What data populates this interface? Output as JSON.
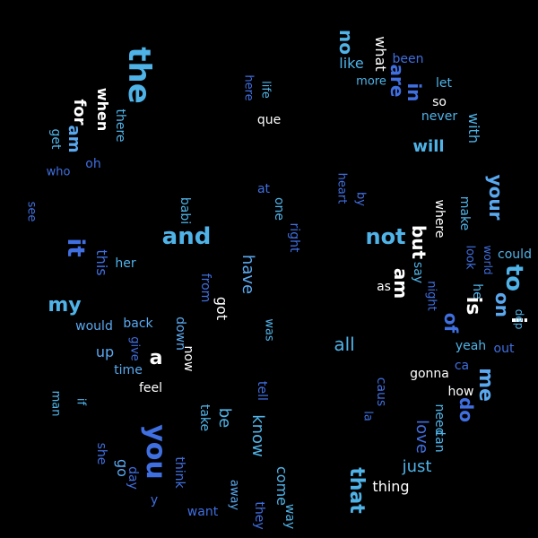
{
  "palette": {
    "background": "#000000",
    "light_blue": "#4fb3e8",
    "sky": "#5aa9f0",
    "royal": "#3f6fe0",
    "white": "#ffffff"
  },
  "words": [
    {
      "text": "the"
    },
    {
      "text": "for"
    },
    {
      "text": "when"
    },
    {
      "text": "there"
    },
    {
      "text": "am"
    },
    {
      "text": "get"
    },
    {
      "text": "oh"
    },
    {
      "text": "who"
    },
    {
      "text": "see"
    },
    {
      "text": "here"
    },
    {
      "text": "life"
    },
    {
      "text": "que"
    },
    {
      "text": "no"
    },
    {
      "text": "what"
    },
    {
      "text": "been"
    },
    {
      "text": "like"
    },
    {
      "text": "are"
    },
    {
      "text": "more"
    },
    {
      "text": "in"
    },
    {
      "text": "let"
    },
    {
      "text": "so"
    },
    {
      "text": "never"
    },
    {
      "text": "with"
    },
    {
      "text": "will"
    },
    {
      "text": "your"
    },
    {
      "text": "heart"
    },
    {
      "text": "by"
    },
    {
      "text": "at"
    },
    {
      "text": "one"
    },
    {
      "text": "babi"
    },
    {
      "text": "right"
    },
    {
      "text": "and"
    },
    {
      "text": "not"
    },
    {
      "text": "but"
    },
    {
      "text": "where"
    },
    {
      "text": "make"
    },
    {
      "text": "it"
    },
    {
      "text": "this"
    },
    {
      "text": "her"
    },
    {
      "text": "have"
    },
    {
      "text": "from"
    },
    {
      "text": "got"
    },
    {
      "text": "say"
    },
    {
      "text": "am"
    },
    {
      "text": "as"
    },
    {
      "text": "night"
    },
    {
      "text": "look"
    },
    {
      "text": "world"
    },
    {
      "text": "could"
    },
    {
      "text": "to"
    },
    {
      "text": "on"
    },
    {
      "text": "he"
    },
    {
      "text": "my"
    },
    {
      "text": "would"
    },
    {
      "text": "back"
    },
    {
      "text": "down"
    },
    {
      "text": "was"
    },
    {
      "text": "is"
    },
    {
      "text": "of"
    },
    {
      "text": "i"
    },
    {
      "text": "dep"
    },
    {
      "text": "up"
    },
    {
      "text": "give"
    },
    {
      "text": "a"
    },
    {
      "text": "now"
    },
    {
      "text": "time"
    },
    {
      "text": "all"
    },
    {
      "text": "yeah"
    },
    {
      "text": "out"
    },
    {
      "text": "ca"
    },
    {
      "text": "gonna"
    },
    {
      "text": "feel"
    },
    {
      "text": "me"
    },
    {
      "text": "how"
    },
    {
      "text": "do"
    },
    {
      "text": "man"
    },
    {
      "text": "if"
    },
    {
      "text": "tell"
    },
    {
      "text": "take"
    },
    {
      "text": "be"
    },
    {
      "text": "know"
    },
    {
      "text": "caus"
    },
    {
      "text": "la"
    },
    {
      "text": "love"
    },
    {
      "text": "need"
    },
    {
      "text": "can"
    },
    {
      "text": "just"
    },
    {
      "text": "you"
    },
    {
      "text": "she"
    },
    {
      "text": "go"
    },
    {
      "text": "day"
    },
    {
      "text": "think"
    },
    {
      "text": "y"
    },
    {
      "text": "want"
    },
    {
      "text": "away"
    },
    {
      "text": "they"
    },
    {
      "text": "come"
    },
    {
      "text": "way"
    },
    {
      "text": "that"
    },
    {
      "text": "thing"
    }
  ]
}
